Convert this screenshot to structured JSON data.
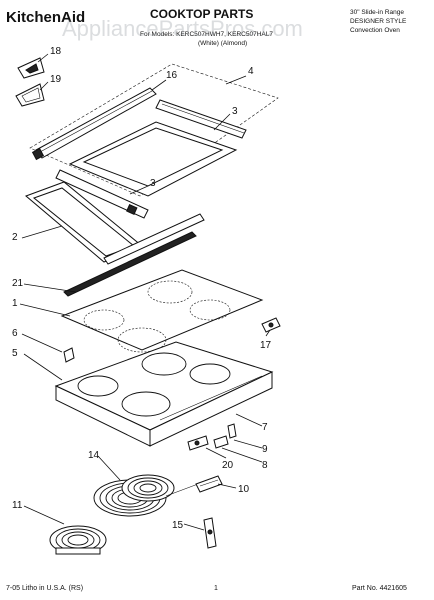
{
  "header": {
    "brand": "KitchenAid",
    "title": "COOKTOP PARTS",
    "models": "For Models: KERC507HWH7, KERC507HAL7",
    "colors": "(White)      (Almond)",
    "product_line1": "30\" Slide-in Range",
    "product_line2": "DESIGNER STYLE",
    "product_line3": "Convection Oven"
  },
  "watermark": "AppliancePartsPros.com",
  "callouts": [
    "18",
    "19",
    "16",
    "4",
    "3",
    "3",
    "2",
    "21",
    "1",
    "6",
    "17",
    "5",
    "7",
    "9",
    "8",
    "20",
    "14",
    "10",
    "11",
    "15"
  ],
  "footer": {
    "litho": "7-05 Litho in U.S.A. (RS)",
    "page": "1",
    "part_no": "Part No. 4421605"
  }
}
